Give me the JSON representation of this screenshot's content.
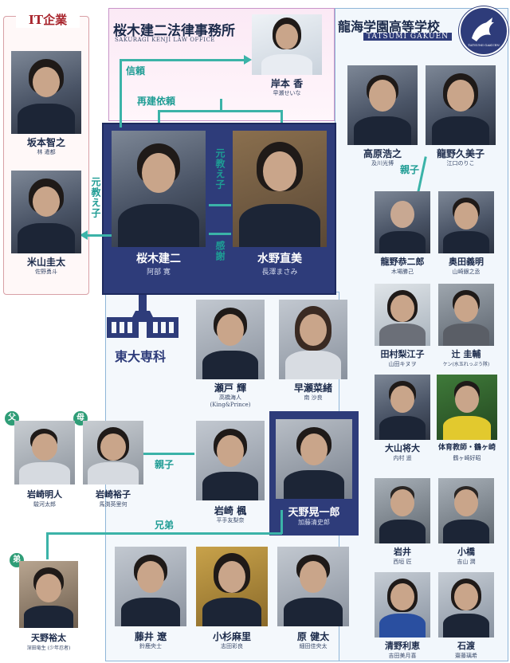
{
  "sections": {
    "it_company": "IT企業",
    "law_office": "桜木建二法律事務所",
    "law_office_en": "SAKURAGI KENJI LAW OFFICE",
    "school": "龍海学園高等学校",
    "school_en": "TATSUMI GAKUEN",
    "seal_text": "TATSUMI GAKUEN",
    "todai": "東大専科"
  },
  "relations": {
    "trust": "信頼",
    "rebuild": "再建依頼",
    "former_student_left": "元教え子",
    "former_student_mid": "元教え子",
    "gratitude": "感謝",
    "parent_child_school": "親子",
    "parent_child_family": "親子",
    "siblings": "兄弟"
  },
  "badges": {
    "father": "父",
    "mother": "母",
    "younger": "弟"
  },
  "colors": {
    "navy": "#2e3c7a",
    "teal": "#3bb3a8",
    "pink_panel": "#fbe9f5",
    "blue_panel": "#f2f7fc"
  },
  "people": {
    "kishimoto": {
      "name": "岸本 香",
      "actor": "早瀬せいな"
    },
    "sakamoto": {
      "name": "坂本智之",
      "actor": "林 遣都"
    },
    "yoneyama": {
      "name": "米山圭太",
      "actor": "佐野勇斗"
    },
    "sakuragi": {
      "name": "桜木建二",
      "actor": "阿部 寛"
    },
    "mizuno": {
      "name": "水野直美",
      "actor": "長澤まさみ"
    },
    "takahara": {
      "name": "高原浩之",
      "actor": "及川光博"
    },
    "ryukai_kumiko": {
      "name": "龍野久美子",
      "actor": "江口のりこ"
    },
    "ryukai_kyojiro": {
      "name": "龍野恭二郎",
      "actor": "木場勝己"
    },
    "okuda": {
      "name": "奥田義明",
      "actor": "山崎銀之丞"
    },
    "tamura": {
      "name": "田村梨江子",
      "actor": "山田キヌヲ"
    },
    "tsuji": {
      "name": "辻 圭輔",
      "actor": "ケン(水玉れっぷう隊)"
    },
    "oyama": {
      "name": "大山将大",
      "actor": "内村 遥"
    },
    "tsurugasaki": {
      "name": "体育教師・鶴ヶ崎",
      "actor": "鶴ヶ崎好昭"
    },
    "seto": {
      "name": "瀬戸 輝",
      "actor": "高橋海人",
      "actor2": "(King&Prince)"
    },
    "hayase": {
      "name": "早瀬菜緒",
      "actor": "南 沙良"
    },
    "iwasaki_akito": {
      "name": "岩崎明人",
      "actor": "駿河太郎"
    },
    "iwasaki_yuko": {
      "name": "岩崎裕子",
      "actor": "馬渕英里何"
    },
    "iwasaki_kaede": {
      "name": "岩崎 楓",
      "actor": "平手友梨奈"
    },
    "amano_koichiro": {
      "name": "天野晃一郎",
      "actor": "加藤清史郎"
    },
    "amano_yuta": {
      "name": "天野裕太",
      "actor": "深田竜生 (少年忍者)"
    },
    "fujii": {
      "name": "藤井 遼",
      "actor": "鈴鹿央士"
    },
    "kosugi": {
      "name": "小杉麻里",
      "actor": "志田彩良"
    },
    "hara": {
      "name": "原 健太",
      "actor": "細田佳央太"
    },
    "iwai": {
      "name": "岩井",
      "actor": "西垣 匠"
    },
    "kohashi": {
      "name": "小橋",
      "actor": "吉山 潤"
    },
    "kiyono": {
      "name": "清野利恵",
      "actor": "吉田美月喜"
    },
    "ishiwata": {
      "name": "石渡",
      "actor": "齋藤璃希"
    }
  }
}
